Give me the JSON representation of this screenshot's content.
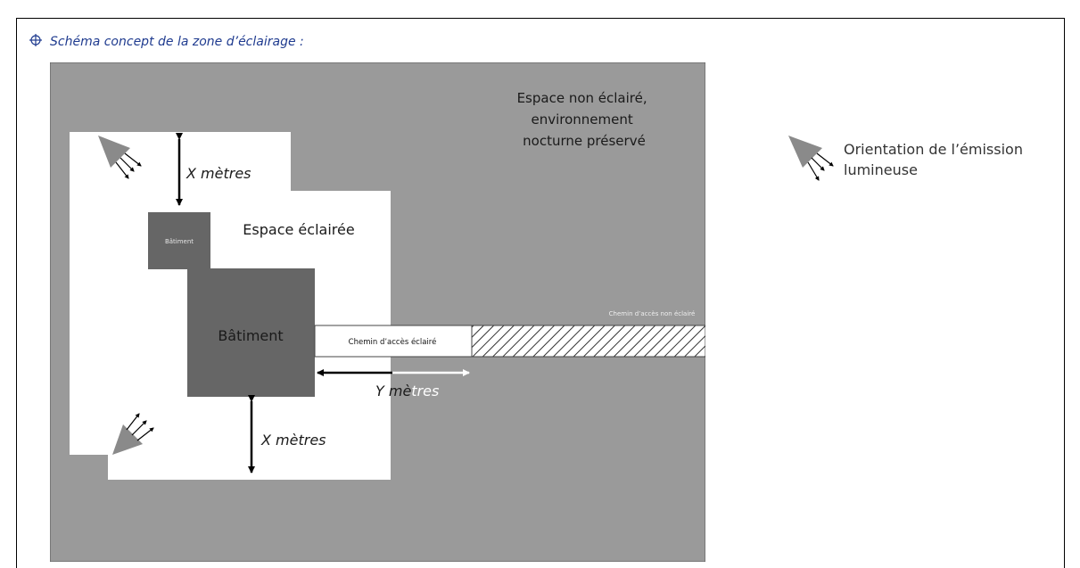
{
  "header": {
    "bullet_icon": "crosshair-bullet-icon",
    "title": "Schéma concept de la zone d’éclairage :"
  },
  "diagram": {
    "dark_zone_label": "Espace non éclairé,\nenvironnement\nnocturne préservé",
    "lit_zone_label": "Espace éclairée",
    "small_building_label": "Bâtiment",
    "main_building_label": "Bâtiment",
    "lit_path_label": "Chemin d’accès éclairé",
    "unlit_path_label": "Chemin d’accès non éclairé",
    "top_distance_label": "X mètres",
    "bottom_distance_label": "X mètres",
    "path_distance_label_dark": "Y mè",
    "path_distance_label_light": "tres",
    "colors": {
      "dark_zone": "#9a9a9a",
      "lit_zone": "#ffffff",
      "building": "#666666",
      "title_blue": "#1f3b8f"
    }
  },
  "legend": {
    "icon": "light-emitter-icon",
    "label": "Orientation de l’émission\nlumineuse"
  }
}
